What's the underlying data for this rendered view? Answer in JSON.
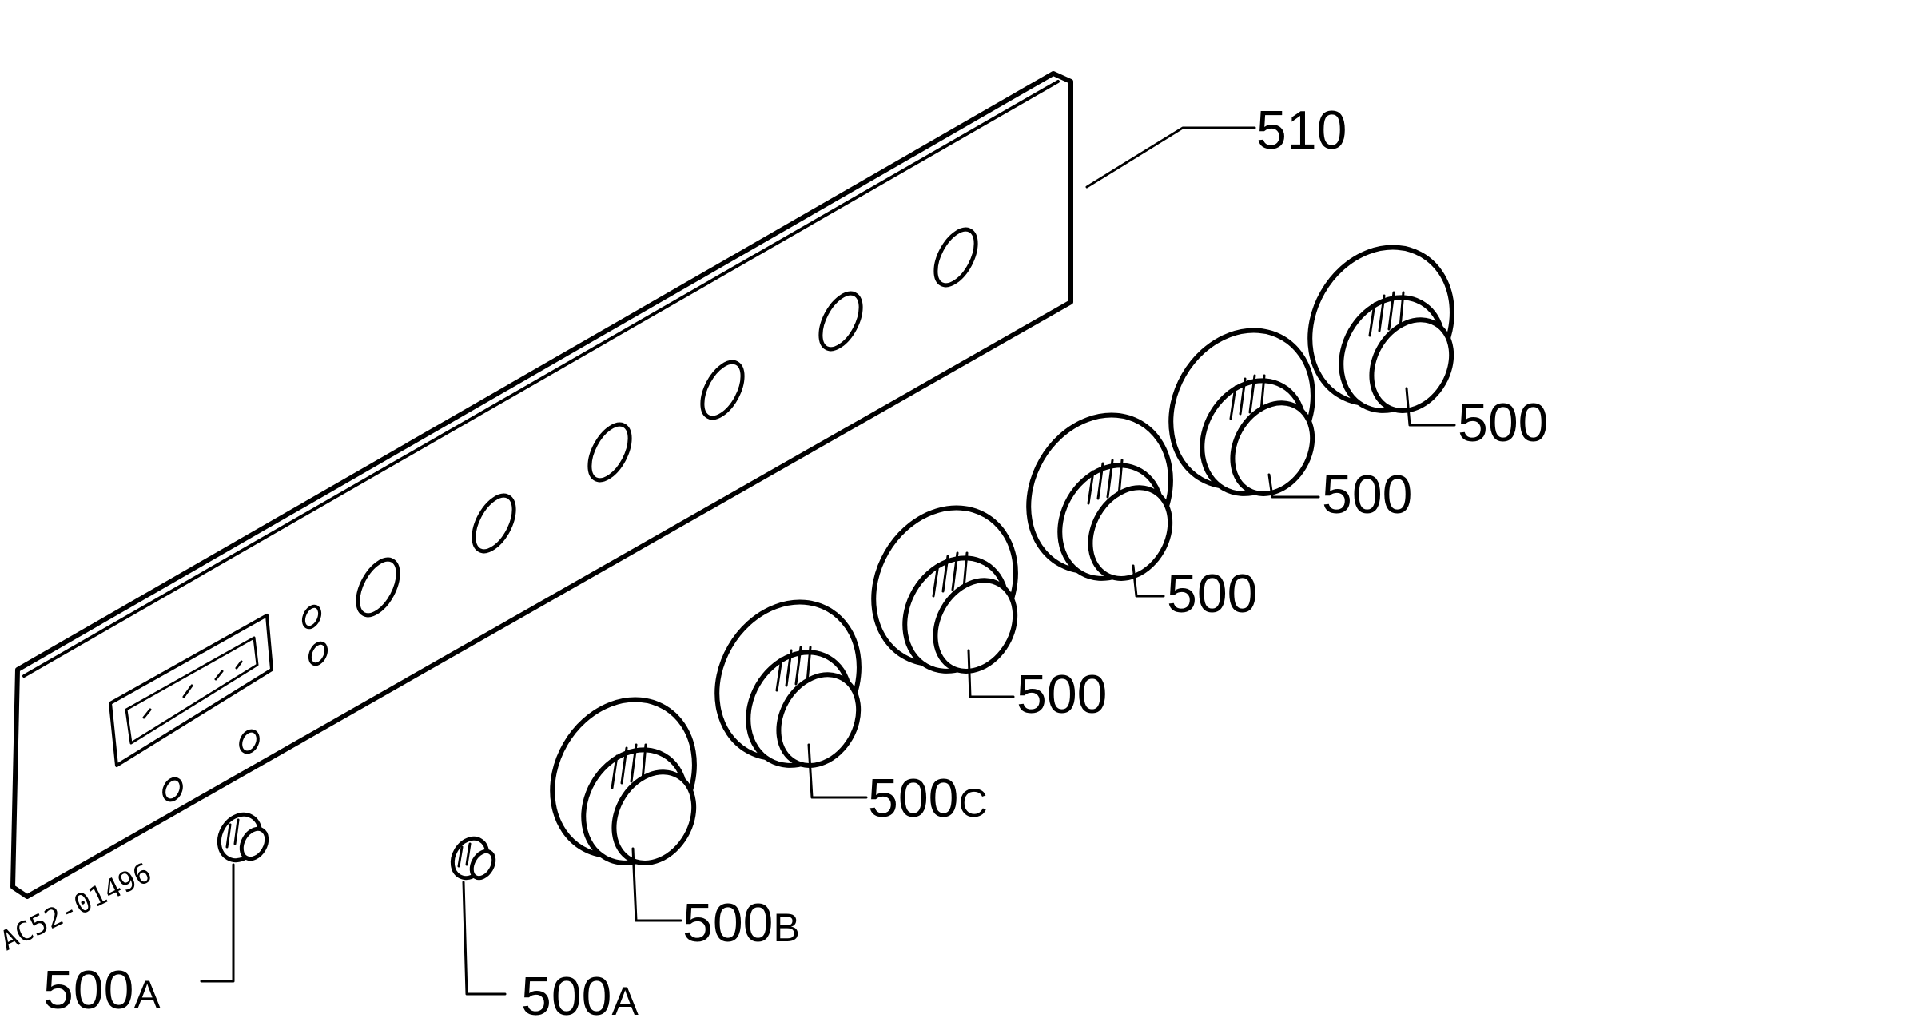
{
  "diagram": {
    "drawing_code": "AC52-01496",
    "panel_label": "510",
    "knobs": [
      {
        "num": "500",
        "suffix": ""
      },
      {
        "num": "500",
        "suffix": ""
      },
      {
        "num": "500",
        "suffix": ""
      },
      {
        "num": "500",
        "suffix": ""
      },
      {
        "num": "500",
        "suffix": "C"
      },
      {
        "num": "500",
        "suffix": "B"
      }
    ],
    "small_knobs": [
      {
        "num": "500",
        "suffix": "A"
      },
      {
        "num": "500",
        "suffix": "A"
      }
    ]
  }
}
